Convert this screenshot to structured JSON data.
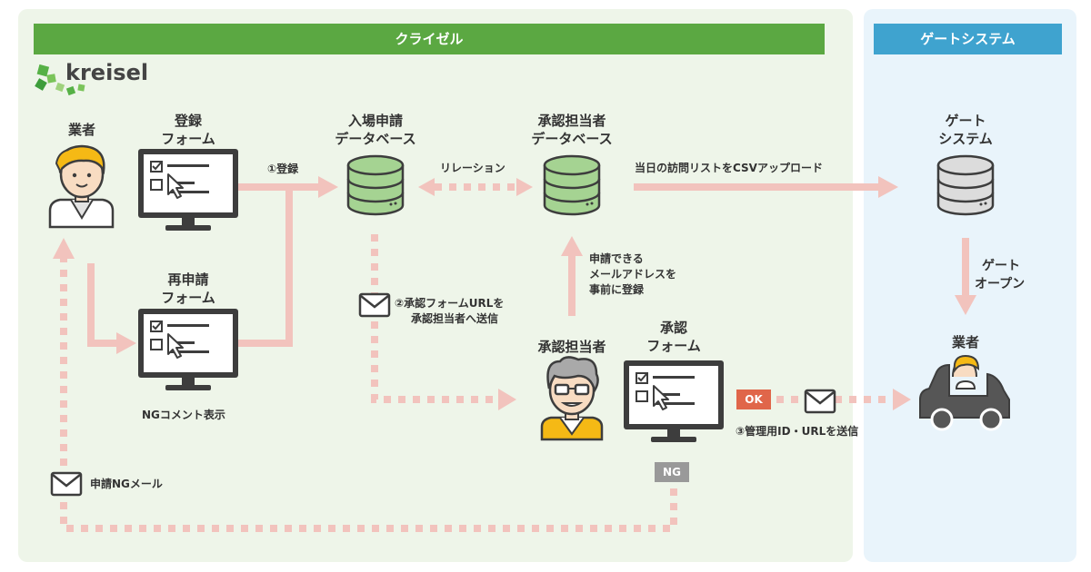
{
  "banners": {
    "left": "クライゼル",
    "right": "ゲートシステム"
  },
  "logo": {
    "text": "kreisel"
  },
  "nodes": {
    "vendor": "業者",
    "register_form": [
      "登録",
      "フォーム"
    ],
    "entry_db": [
      "入場申請",
      "データベース"
    ],
    "approver_db": [
      "承認担当者",
      "データベース"
    ],
    "gate_system": [
      "ゲート",
      "システム"
    ],
    "reapply_form": [
      "再申請",
      "フォーム"
    ],
    "approver": "承認担当者",
    "approval_form": [
      "承認",
      "フォーム"
    ],
    "vendor_car": "業者"
  },
  "edges": {
    "register": "①登録",
    "relation": "リレーション",
    "upload_csv": "当日の訪問リストをCSVアップロード",
    "pre_register": [
      "申請できる",
      "メールアドレスを",
      "事前に登録"
    ],
    "send_url": [
      "②承認フォームURLを",
      "承認担当者へ送信"
    ],
    "gate_open": [
      "ゲート",
      "オープン"
    ],
    "ng_comment": "NGコメント表示",
    "send_id": "③管理用ID・URLを送信",
    "ng_mail": "申請NGメール"
  },
  "badges": {
    "ok": "OK",
    "ng": "NG"
  },
  "colors": {
    "green": "#5ba842",
    "blue": "#3fa3cf",
    "arrow": "#f2c3bd",
    "ok": "#e0664a",
    "ng": "#999999",
    "hair": "#f5b915"
  }
}
